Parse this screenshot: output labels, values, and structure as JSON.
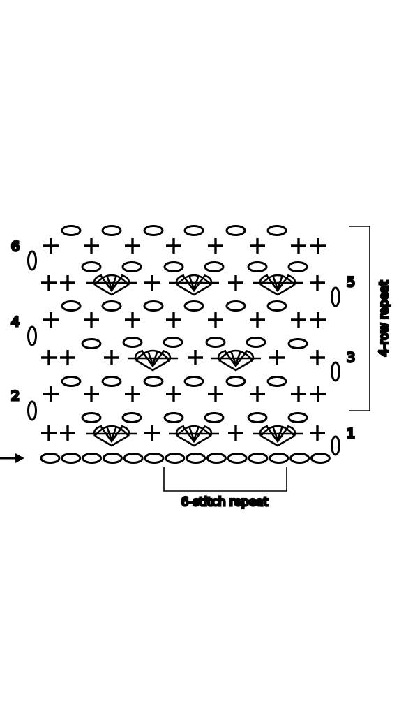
{
  "diagram": {
    "row_numbers": {
      "left": [
        "6",
        "4",
        "2"
      ],
      "right": [
        "5",
        "3",
        "1"
      ]
    },
    "row_repeat_label": "4-row repeat",
    "stitch_repeat_label": "6-stitch repeat",
    "rows": [
      {
        "row": 6,
        "stitches": "sc,ch,sc,ch,sc,ch,sc,ch,sc,ch,sc,ch,sc,sc"
      },
      {
        "row": 5,
        "stitches": "sc,sc,shell,sc,shell,sc,shell,sc"
      },
      {
        "row": 4,
        "stitches": "sc,ch,sc,ch,sc,ch,sc,ch,sc,ch,sc,ch,sc,sc"
      },
      {
        "row": 3,
        "stitches": "sc,sc,ch,sc,shell,sc,shell,sc,ch,sc"
      },
      {
        "row": 2,
        "stitches": "sc,ch,sc,ch,sc,ch,sc,ch,sc,ch,sc,ch,sc,sc"
      },
      {
        "row": 1,
        "stitches": "sc,sc,shell,sc,shell,sc,shell,sc"
      }
    ],
    "foundation_chain_count": 14,
    "colors": {
      "ink": "#000000",
      "background": "#ffffff"
    }
  }
}
